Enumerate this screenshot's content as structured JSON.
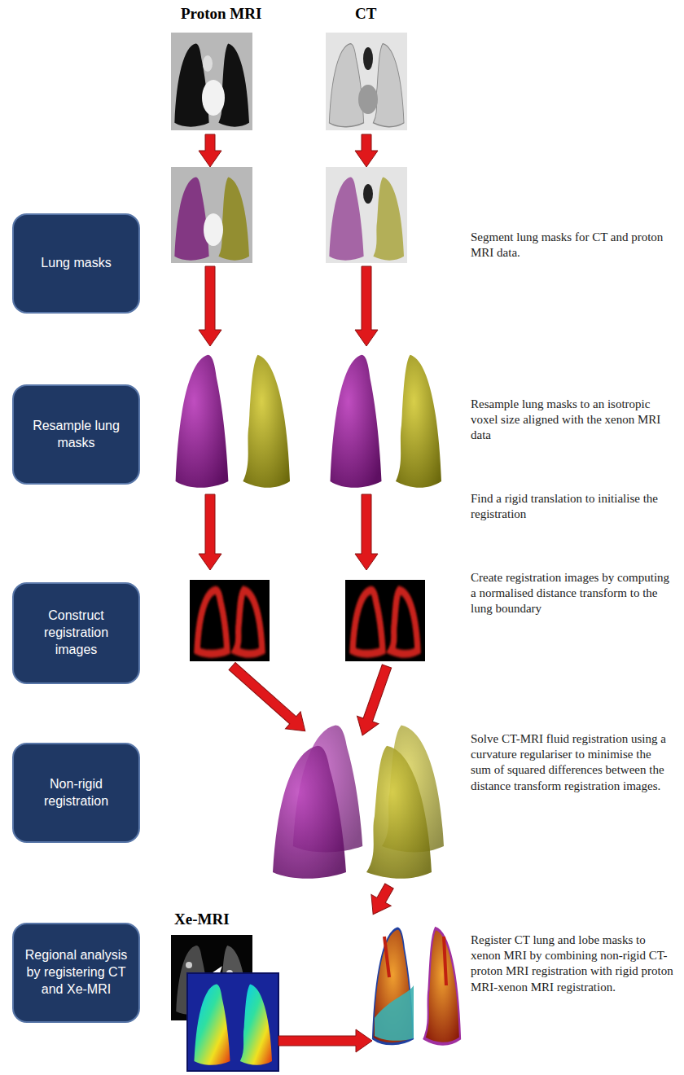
{
  "diagram": {
    "nodes": [
      {
        "text": [
          "Lung masks"
        ]
      },
      {
        "text": [
          "Resample lung masks"
        ]
      },
      {
        "text": [
          "Construct registration images"
        ]
      },
      {
        "text": [
          "Non-rigid registration"
        ]
      },
      {
        "text": [
          "Regional analysis by registering CT and Xe-MRI"
        ]
      }
    ],
    "labels": [
      "Proton MRI",
      "CT",
      "Segment lung masks for CT and proton MRI data.",
      "Resample lung masks to an isotropic voxel size aligned with the xenon MRI data",
      "Find a rigid translation to initialise the registration",
      "Create registration images by computing a normalised distance transform to the lung boundary",
      "Solve CT-MRI fluid registration using a curvature regulariser to minimise the sum of squared differences between the distance transform registration images.",
      "Xe-MRI",
      "Register CT lung and lobe masks to xenon MRI by combining non-rigid CT-proton MRI registration with rigid proton MRI-xenon MRI registration."
    ]
  }
}
